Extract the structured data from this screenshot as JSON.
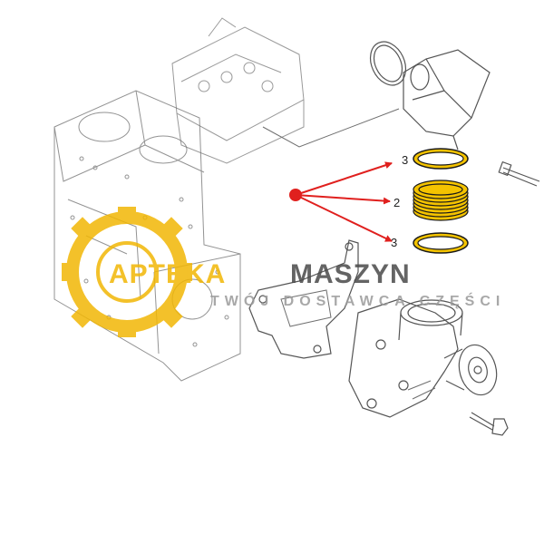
{
  "diagram": {
    "callouts": [
      {
        "label": "3"
      },
      {
        "label": "2"
      },
      {
        "label": "3"
      }
    ]
  },
  "watermark": {
    "brand_part1": "APTEKA",
    "brand_part2": "MASZYN",
    "tagline": "TWÓJ DOSTAWCA CZĘŚCI"
  },
  "colors": {
    "arrow": "#e0201e",
    "ring_fill": "#f4c300",
    "ring_stroke": "#1a1a1a",
    "watermark_gold": "#f2b705",
    "watermark_dark": "#4a4a4a",
    "line_art": "#6f6f6f"
  }
}
